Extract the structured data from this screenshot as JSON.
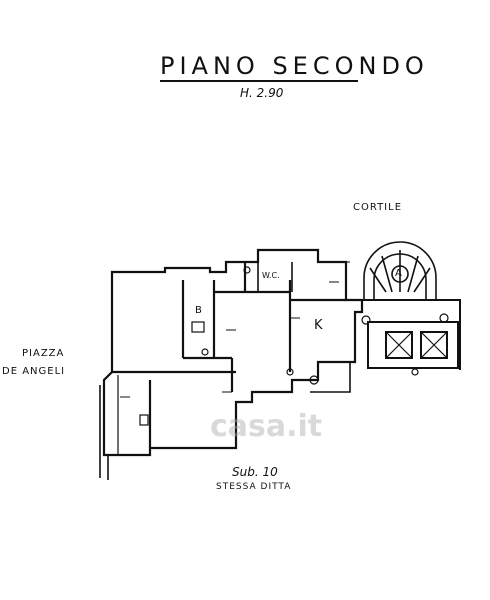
{
  "plan": {
    "title": "PIANO SECONDO",
    "height_label": "H. 2.90",
    "courtyard_label": "CORTILE",
    "square_label_line1": "PIAZZA",
    "square_label_line2": "DE ANGELI",
    "sub_label": "Sub. 10",
    "owner_label": "STESSA DITTA",
    "watermark": "casa.it",
    "rooms": {
      "kitchen": "K",
      "bathroom": "B",
      "wc": "W.C.",
      "stair": "A"
    }
  }
}
